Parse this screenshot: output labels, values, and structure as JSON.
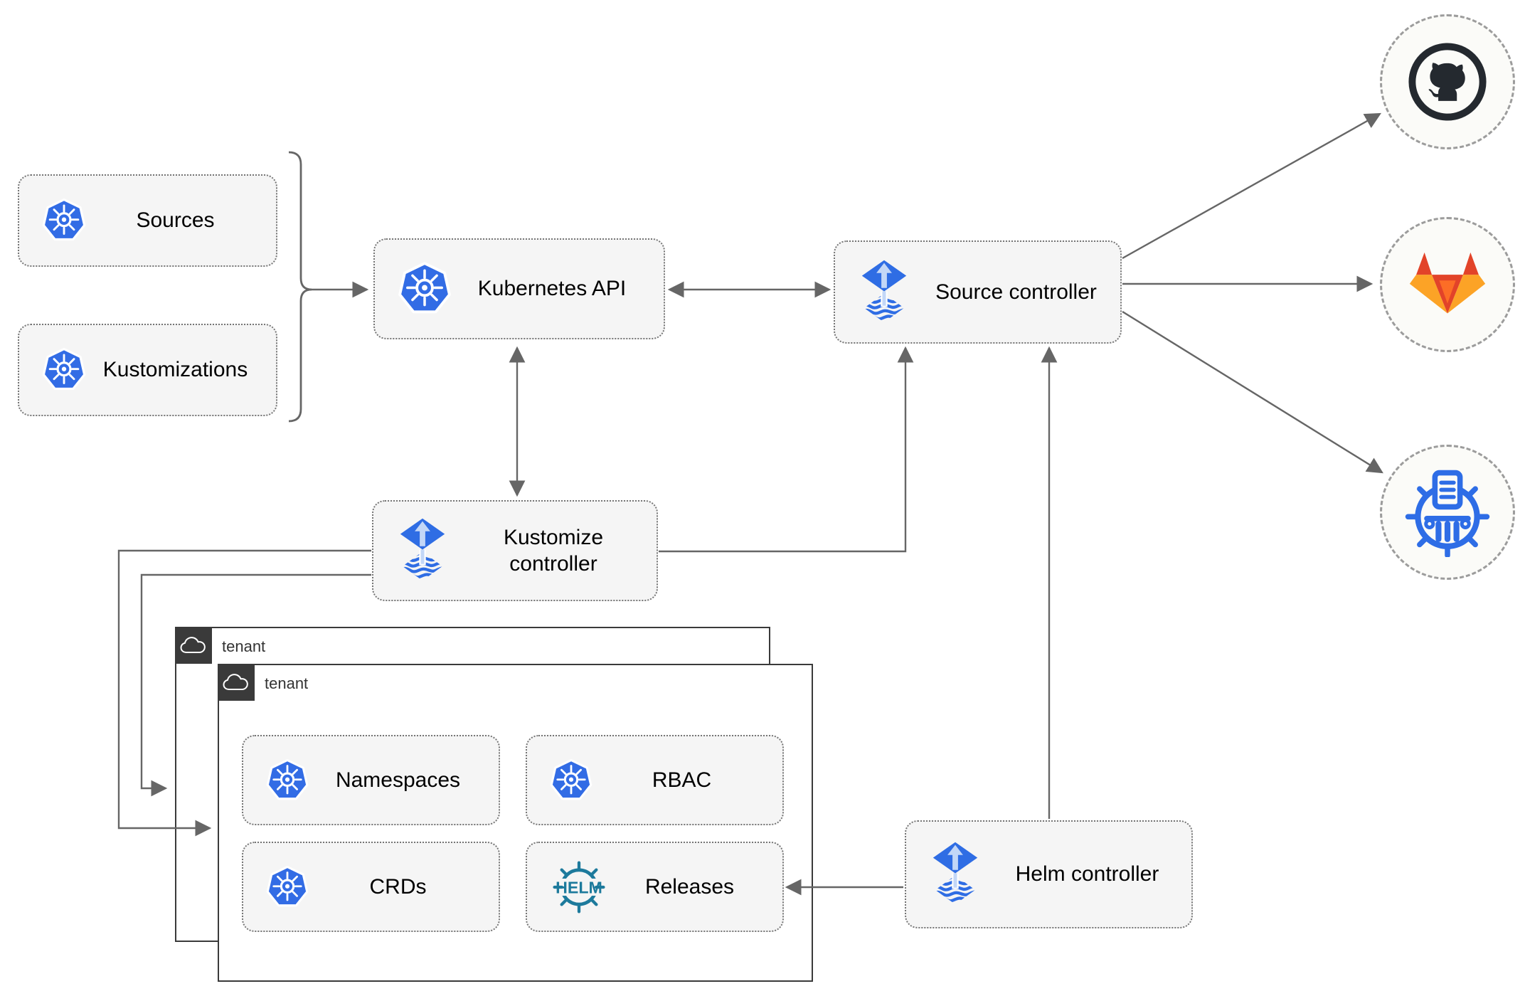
{
  "nodes": {
    "sources": "Sources",
    "kustomizations": "Kustomizations",
    "kubernetes_api": "Kubernetes API",
    "source_controller": "Source controller",
    "kustomize_controller": "Kustomize controller",
    "helm_controller": "Helm controller",
    "namespaces": "Namespaces",
    "rbac": "RBAC",
    "crds": "CRDs",
    "releases": "Releases"
  },
  "tenants": {
    "back": "tenant",
    "front": "tenant"
  },
  "helm_logo_text": "HELM",
  "icons": {
    "kubernetes": "kubernetes-icon",
    "flux": "flux-icon",
    "helm": "helm-icon",
    "cloud": "cloud-icon",
    "github": "github-icon",
    "gitlab": "gitlab-icon",
    "chartmuseum": "chartmuseum-icon"
  },
  "colors": {
    "kubernetes_blue": "#326ce5",
    "flux_blue": "#2f6de4",
    "flux_light": "#c3d7f7",
    "helm_teal": "#1d7a9c",
    "chartmuseum_blue": "#2e6de6",
    "github_dark": "#24292f",
    "gitlab_red": "#e24329",
    "gitlab_orange": "#fc6d26",
    "gitlab_yellow": "#fca326",
    "connector_gray": "#666666",
    "node_background": "#f5f5f5",
    "tenant_dark": "#3a3a3a"
  }
}
